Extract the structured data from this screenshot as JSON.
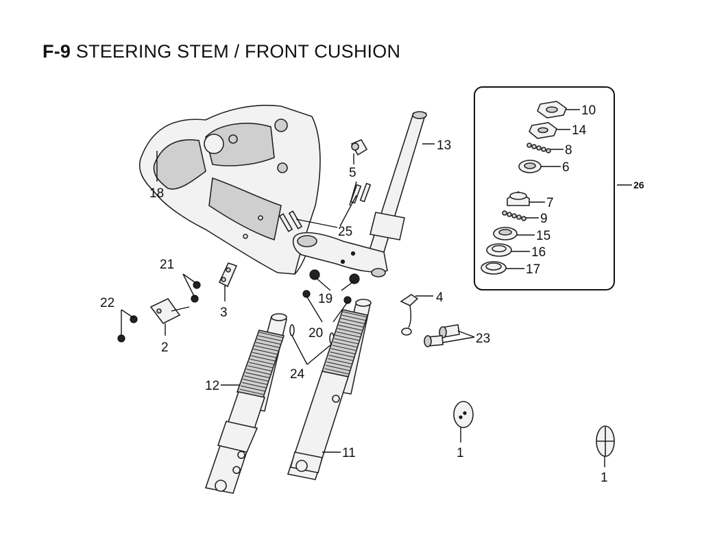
{
  "title": {
    "code": "F-9",
    "text": "STEERING STEM / FRONT CUSHION"
  },
  "callouts": {
    "p1a": "1",
    "p1b": "1",
    "p2": "2",
    "p3": "3",
    "p4": "4",
    "p5": "5",
    "p6": "6",
    "p7": "7",
    "p8": "8",
    "p9": "9",
    "p10": "10",
    "p11": "11",
    "p12": "12",
    "p13": "13",
    "p14": "14",
    "p15": "15",
    "p16": "16",
    "p17": "17",
    "p18": "18",
    "p19": "19",
    "p20": "20",
    "p21": "21",
    "p22": "22",
    "p23": "23",
    "p24": "24",
    "p25": "25",
    "p26": "26"
  }
}
